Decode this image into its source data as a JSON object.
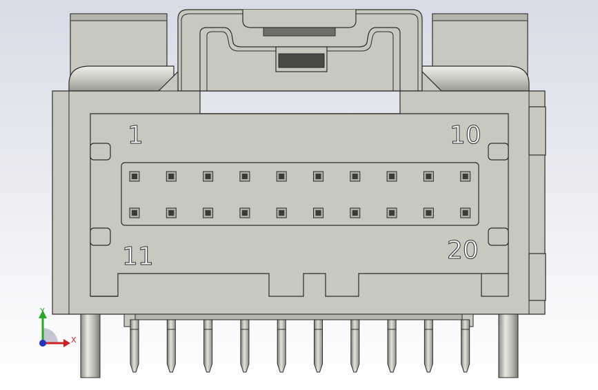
{
  "scene": {
    "background_top": "#d8dbe6",
    "background_bottom": "#ffffff",
    "body_color": "#c8c8be",
    "body_dark": "#b5b5ab",
    "outline_color": "#2b2b2b",
    "window_color": "#4a4a44"
  },
  "connector": {
    "position_labels": {
      "top_left": "1",
      "top_right": "10",
      "bottom_left": "11",
      "bottom_right": "20"
    },
    "rows": 2,
    "columns": 10,
    "pin_count": 20
  },
  "triad": {
    "y_label": "Y",
    "x_label": "X",
    "y_color": "#22aa22",
    "x_color": "#cc2222",
    "z_color": "#2233cc"
  }
}
